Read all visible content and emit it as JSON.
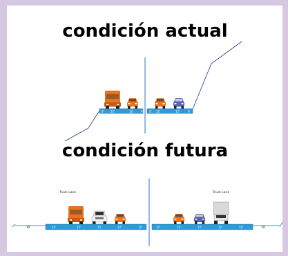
{
  "colors": {
    "background": "#d7c8e2",
    "road": "#2f9ad6",
    "road_edge": "#1f6fa8",
    "centerline": "#2b6fd1",
    "slope": "#1b3a7a",
    "truck_orange": "#e8731f",
    "car_orange": "#e8731f",
    "car_purple": "#5960b0",
    "pickup_white": "#f2f2f2",
    "box_truck_gray": "#d9d9d9"
  },
  "current": {
    "title": "condición actual",
    "lanes_left": [
      "8'",
      "12'",
      "12'",
      "4'"
    ],
    "lanes_right": [
      "2'",
      "12'",
      "12'",
      "8'"
    ],
    "vehicles": [
      "semi-truck-icon",
      "car-icon",
      "car-icon",
      "car-icon"
    ]
  },
  "future": {
    "title": "condición futura",
    "truck_lane_left": "Truck Lane",
    "truck_lane_right": "Truck Lane",
    "outer_left": "10'",
    "outer_right": "10'",
    "lanes_left": [
      "12'",
      "12'",
      "12'",
      "12'",
      "12'"
    ],
    "lanes_right": [
      "12'",
      "12'",
      "12'",
      "12'",
      "12'"
    ],
    "vehicles": [
      "semi-truck-icon",
      "pickup-truck-icon",
      "car-icon",
      "car-icon",
      "car-icon",
      "box-truck-icon"
    ]
  }
}
